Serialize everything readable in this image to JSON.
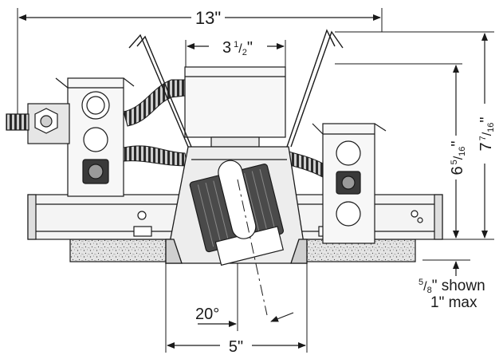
{
  "dimensions": {
    "overall_width": "13\"",
    "junction_box_width": "3",
    "junction_box_width_frac_num": "1",
    "junction_box_width_frac_den": "2",
    "junction_box_width_unit": "\"",
    "height_a_whole": "6",
    "height_a_num": "5",
    "height_a_den": "16",
    "height_a_unit": "\"",
    "height_b_whole": "7",
    "height_b_num": "7",
    "height_b_den": "16",
    "height_b_unit": "\"",
    "aperture_width": "5\"",
    "tilt_angle": "20°",
    "ceiling_num": "5",
    "ceiling_den": "8",
    "ceiling_shown": "\" shown",
    "ceiling_max": "1\" max"
  },
  "colors": {
    "line": "#1a1a1a",
    "housing_fill": "#f2f2f2",
    "dark_fill": "#3a3a3a",
    "ceiling_fill": "#d9d9d9"
  }
}
